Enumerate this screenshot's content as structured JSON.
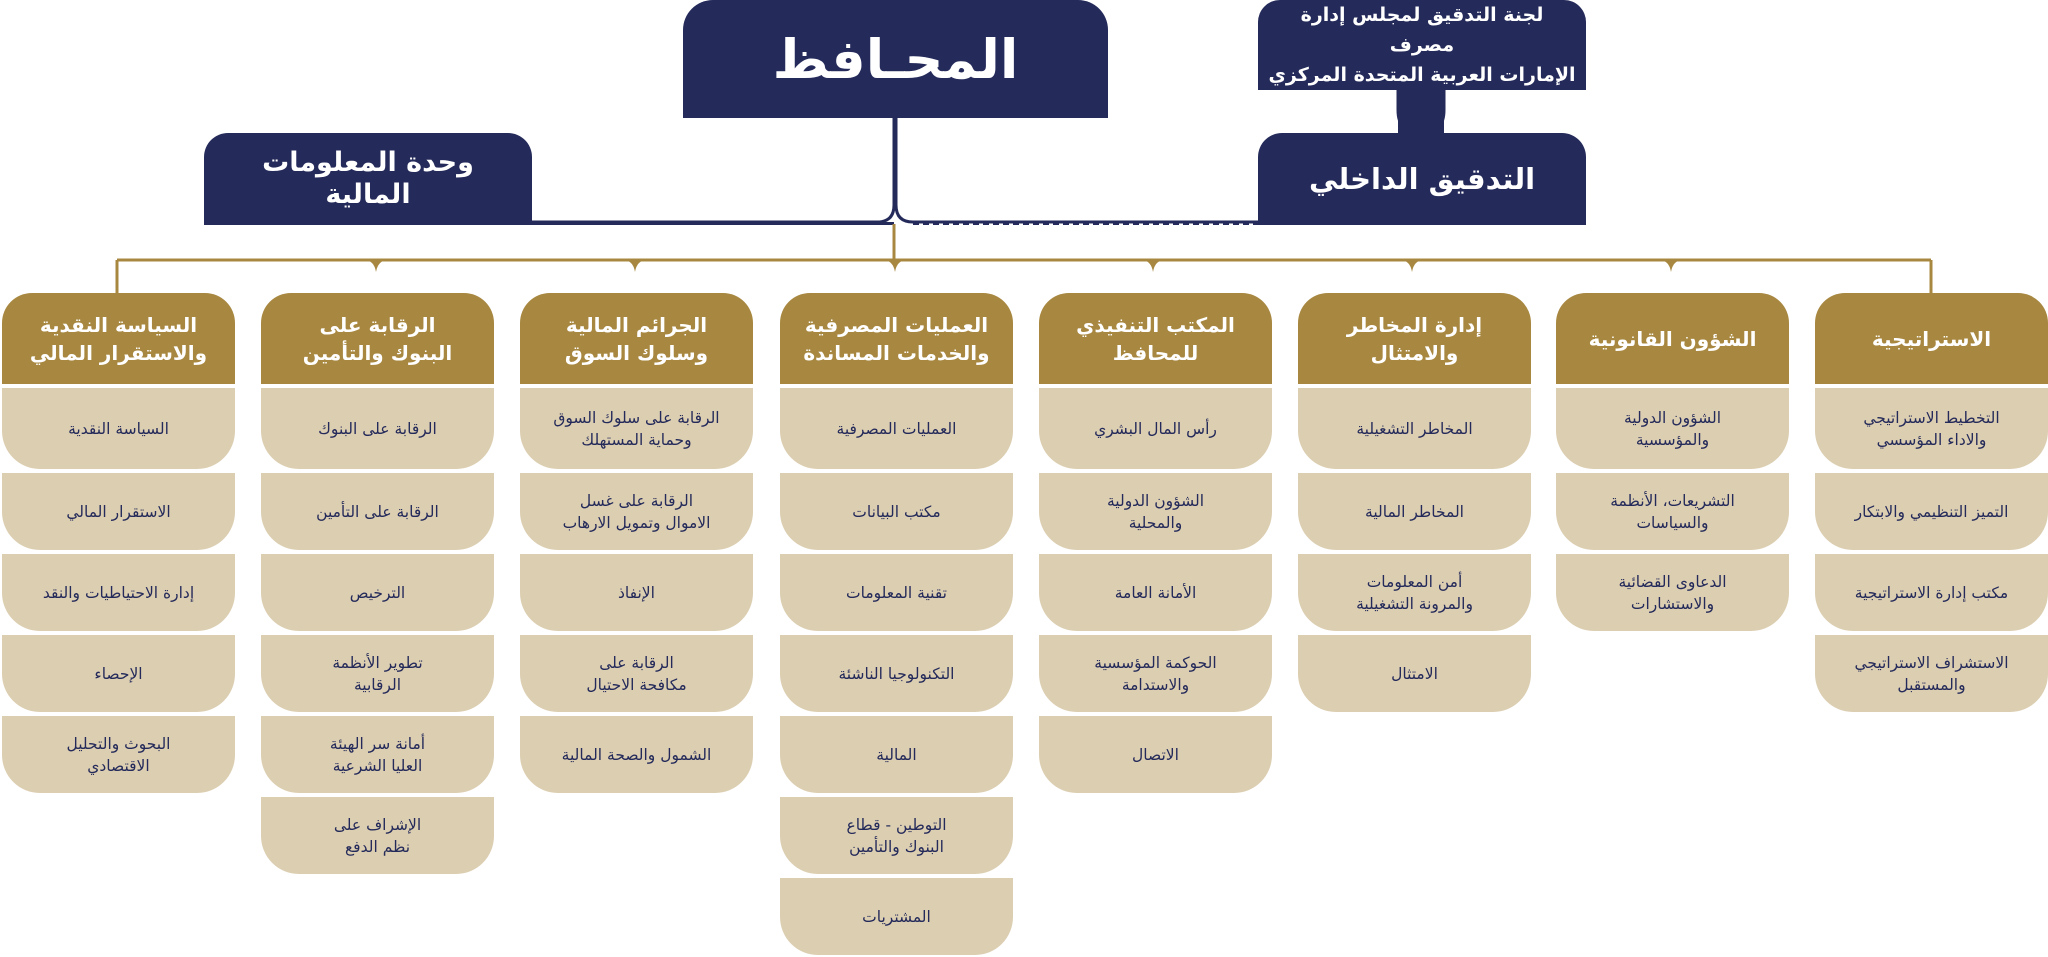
{
  "colors": {
    "navy": "#242a5a",
    "gold": "#a88841",
    "beige": "#dcceb1"
  },
  "governor": "المحـافظ",
  "committee": [
    "لجنة التدقيق لمجلس إدارة مصرف",
    "الإمارات العربية المتحدة المركزي"
  ],
  "internal_audit": "التدقيق الداخلي",
  "fiu": [
    "وحدة المعلومات",
    "المالية"
  ],
  "departments": [
    {
      "title": [
        "الاستراتيجية"
      ],
      "items": [
        [
          "التخطيط الاستراتيجي",
          "والاداء المؤسسي"
        ],
        [
          "التميز التنظيمي والابتكار"
        ],
        [
          "مكتب إدارة الاستراتيجية"
        ],
        [
          "الاستشراف الاستراتيجي",
          "والمستقبل"
        ]
      ]
    },
    {
      "title": [
        "الشؤون القانونية"
      ],
      "items": [
        [
          "الشؤون الدولية",
          "والمؤسسية"
        ],
        [
          "التشريعات، الأنظمة",
          "والسياسات"
        ],
        [
          "الدعاوى القضائية",
          "والاستشارات"
        ]
      ]
    },
    {
      "title": [
        "إدارة المخاطر",
        "والامتثال"
      ],
      "items": [
        [
          "المخاطر التشغيلية"
        ],
        [
          "المخاطر المالية"
        ],
        [
          "أمن المعلومات",
          "والمرونة التشغيلية"
        ],
        [
          "الامتثال"
        ]
      ]
    },
    {
      "title": [
        "المكتب التنفيذي",
        "للمحافظ"
      ],
      "items": [
        [
          "رأس المال البشري"
        ],
        [
          "الشؤون الدولية",
          "والمحلية"
        ],
        [
          "الأمانة العامة"
        ],
        [
          "الحوكمة المؤسسية",
          "والاستدامة"
        ],
        [
          "الاتصال"
        ]
      ]
    },
    {
      "title": [
        "العمليات المصرفية",
        "والخدمات المساندة"
      ],
      "items": [
        [
          "العمليات المصرفية"
        ],
        [
          "مكتب البيانات"
        ],
        [
          "تقنية المعلومات"
        ],
        [
          "التكنولوجيا الناشئة"
        ],
        [
          "المالية"
        ],
        [
          "التوطين - قطاع",
          "البنوك والتأمين"
        ],
        [
          "المشتريات"
        ]
      ]
    },
    {
      "title": [
        "الجرائم المالية",
        "وسلوك السوق"
      ],
      "items": [
        [
          "الرقابة على سلوك السوق",
          "وحماية المستهلك"
        ],
        [
          "الرقابة على غسل",
          "الاموال وتمويل الارهاب"
        ],
        [
          "الإنفاذ"
        ],
        [
          "الرقابة على",
          "مكافحة الاحتيال"
        ],
        [
          "الشمول والصحة المالية"
        ]
      ]
    },
    {
      "title": [
        "الرقابة على",
        "البنوك والتأمين"
      ],
      "items": [
        [
          "الرقابة على البنوك"
        ],
        [
          "الرقابة على التأمين"
        ],
        [
          "الترخيص"
        ],
        [
          "تطوير الأنظمة",
          "الرقابية"
        ],
        [
          "أمانة سر الهيئة",
          "العليا الشرعية"
        ],
        [
          "الإشراف على",
          "نظم الدفع"
        ]
      ]
    },
    {
      "title": [
        "السياسة النقدية",
        "والاستقرار المالي"
      ],
      "items": [
        [
          "السياسة النقدية"
        ],
        [
          "الاستقرار المالي"
        ],
        [
          "إدارة الاحتياطيات والنقد"
        ],
        [
          "الإحصاء"
        ],
        [
          "البحوث والتحليل",
          "الاقتصادي"
        ]
      ]
    }
  ]
}
